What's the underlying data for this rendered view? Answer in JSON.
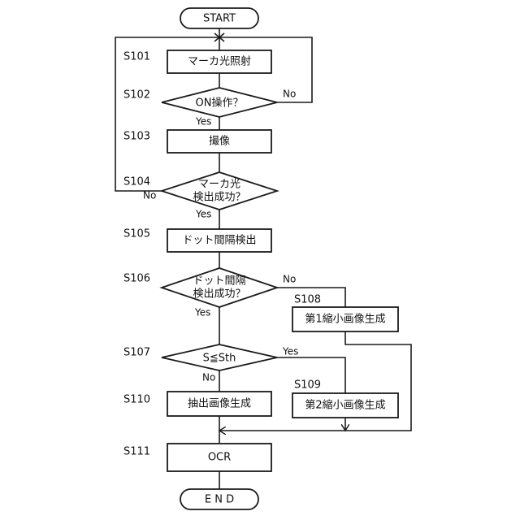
{
  "start": "START",
  "end": "E N D",
  "steps": {
    "s101": "S101",
    "s102": "S102",
    "s103": "S103",
    "s104": "S104",
    "s105": "S105",
    "s106": "S106",
    "s107": "S107",
    "s108": "S108",
    "s109": "S109",
    "s110": "S110",
    "s111": "S111"
  },
  "nodes": {
    "marker_light": "マーカ光照射",
    "on_operation": "ON操作？",
    "capture": "撮像",
    "marker_success_line1": "マーカ光",
    "marker_success_line2": "検出成功？",
    "dot_interval": "ドット間隔検出",
    "dot_success_line1": "ドット間隔",
    "dot_success_line2": "検出成功？",
    "first_reduced": "第1縮小画像生成",
    "s_compare": "S≦Sth",
    "second_reduced": "第2縮小画像生成",
    "extract_image": "抽出画像生成",
    "ocr": "OCR"
  },
  "labels": {
    "yes": "Yes",
    "no": "No"
  }
}
